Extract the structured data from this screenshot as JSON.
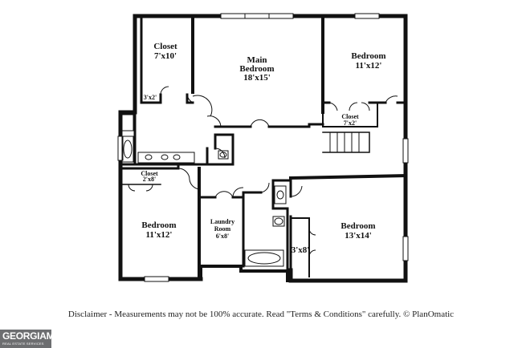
{
  "plan": {
    "rooms": {
      "closet_top": {
        "name": "Closet",
        "dim": "7'x10'"
      },
      "main_bedroom": {
        "name1": "Main",
        "name2": "Bedroom",
        "dim": "18'x15'"
      },
      "bedroom_top_right": {
        "name": "Bedroom",
        "dim": "11'x12'"
      },
      "closet_right": {
        "name": "Closet",
        "dim": "7'x2'"
      },
      "small_closet": {
        "dim": "3'x2'"
      },
      "closet_left": {
        "name": "Closet",
        "dim": "2'x8'"
      },
      "bedroom_left": {
        "name": "Bedroom",
        "dim": "11'x12'"
      },
      "laundry": {
        "name1": "Laundry",
        "name2": "Room",
        "dim": "6'x8'"
      },
      "bedroom_bottom_right": {
        "name": "Bedroom",
        "dim": "13'x14'"
      },
      "closet_bottom": {
        "dim": "3'x8'"
      }
    }
  },
  "disclaimer": "Disclaimer - Measurements may not be 100% accurate. Read \"Terms & Conditions\" carefully. © PlanOmatic",
  "logo": {
    "text": "GEORGIAMLS",
    "sub": "REAL ESTATE SERVICES"
  }
}
